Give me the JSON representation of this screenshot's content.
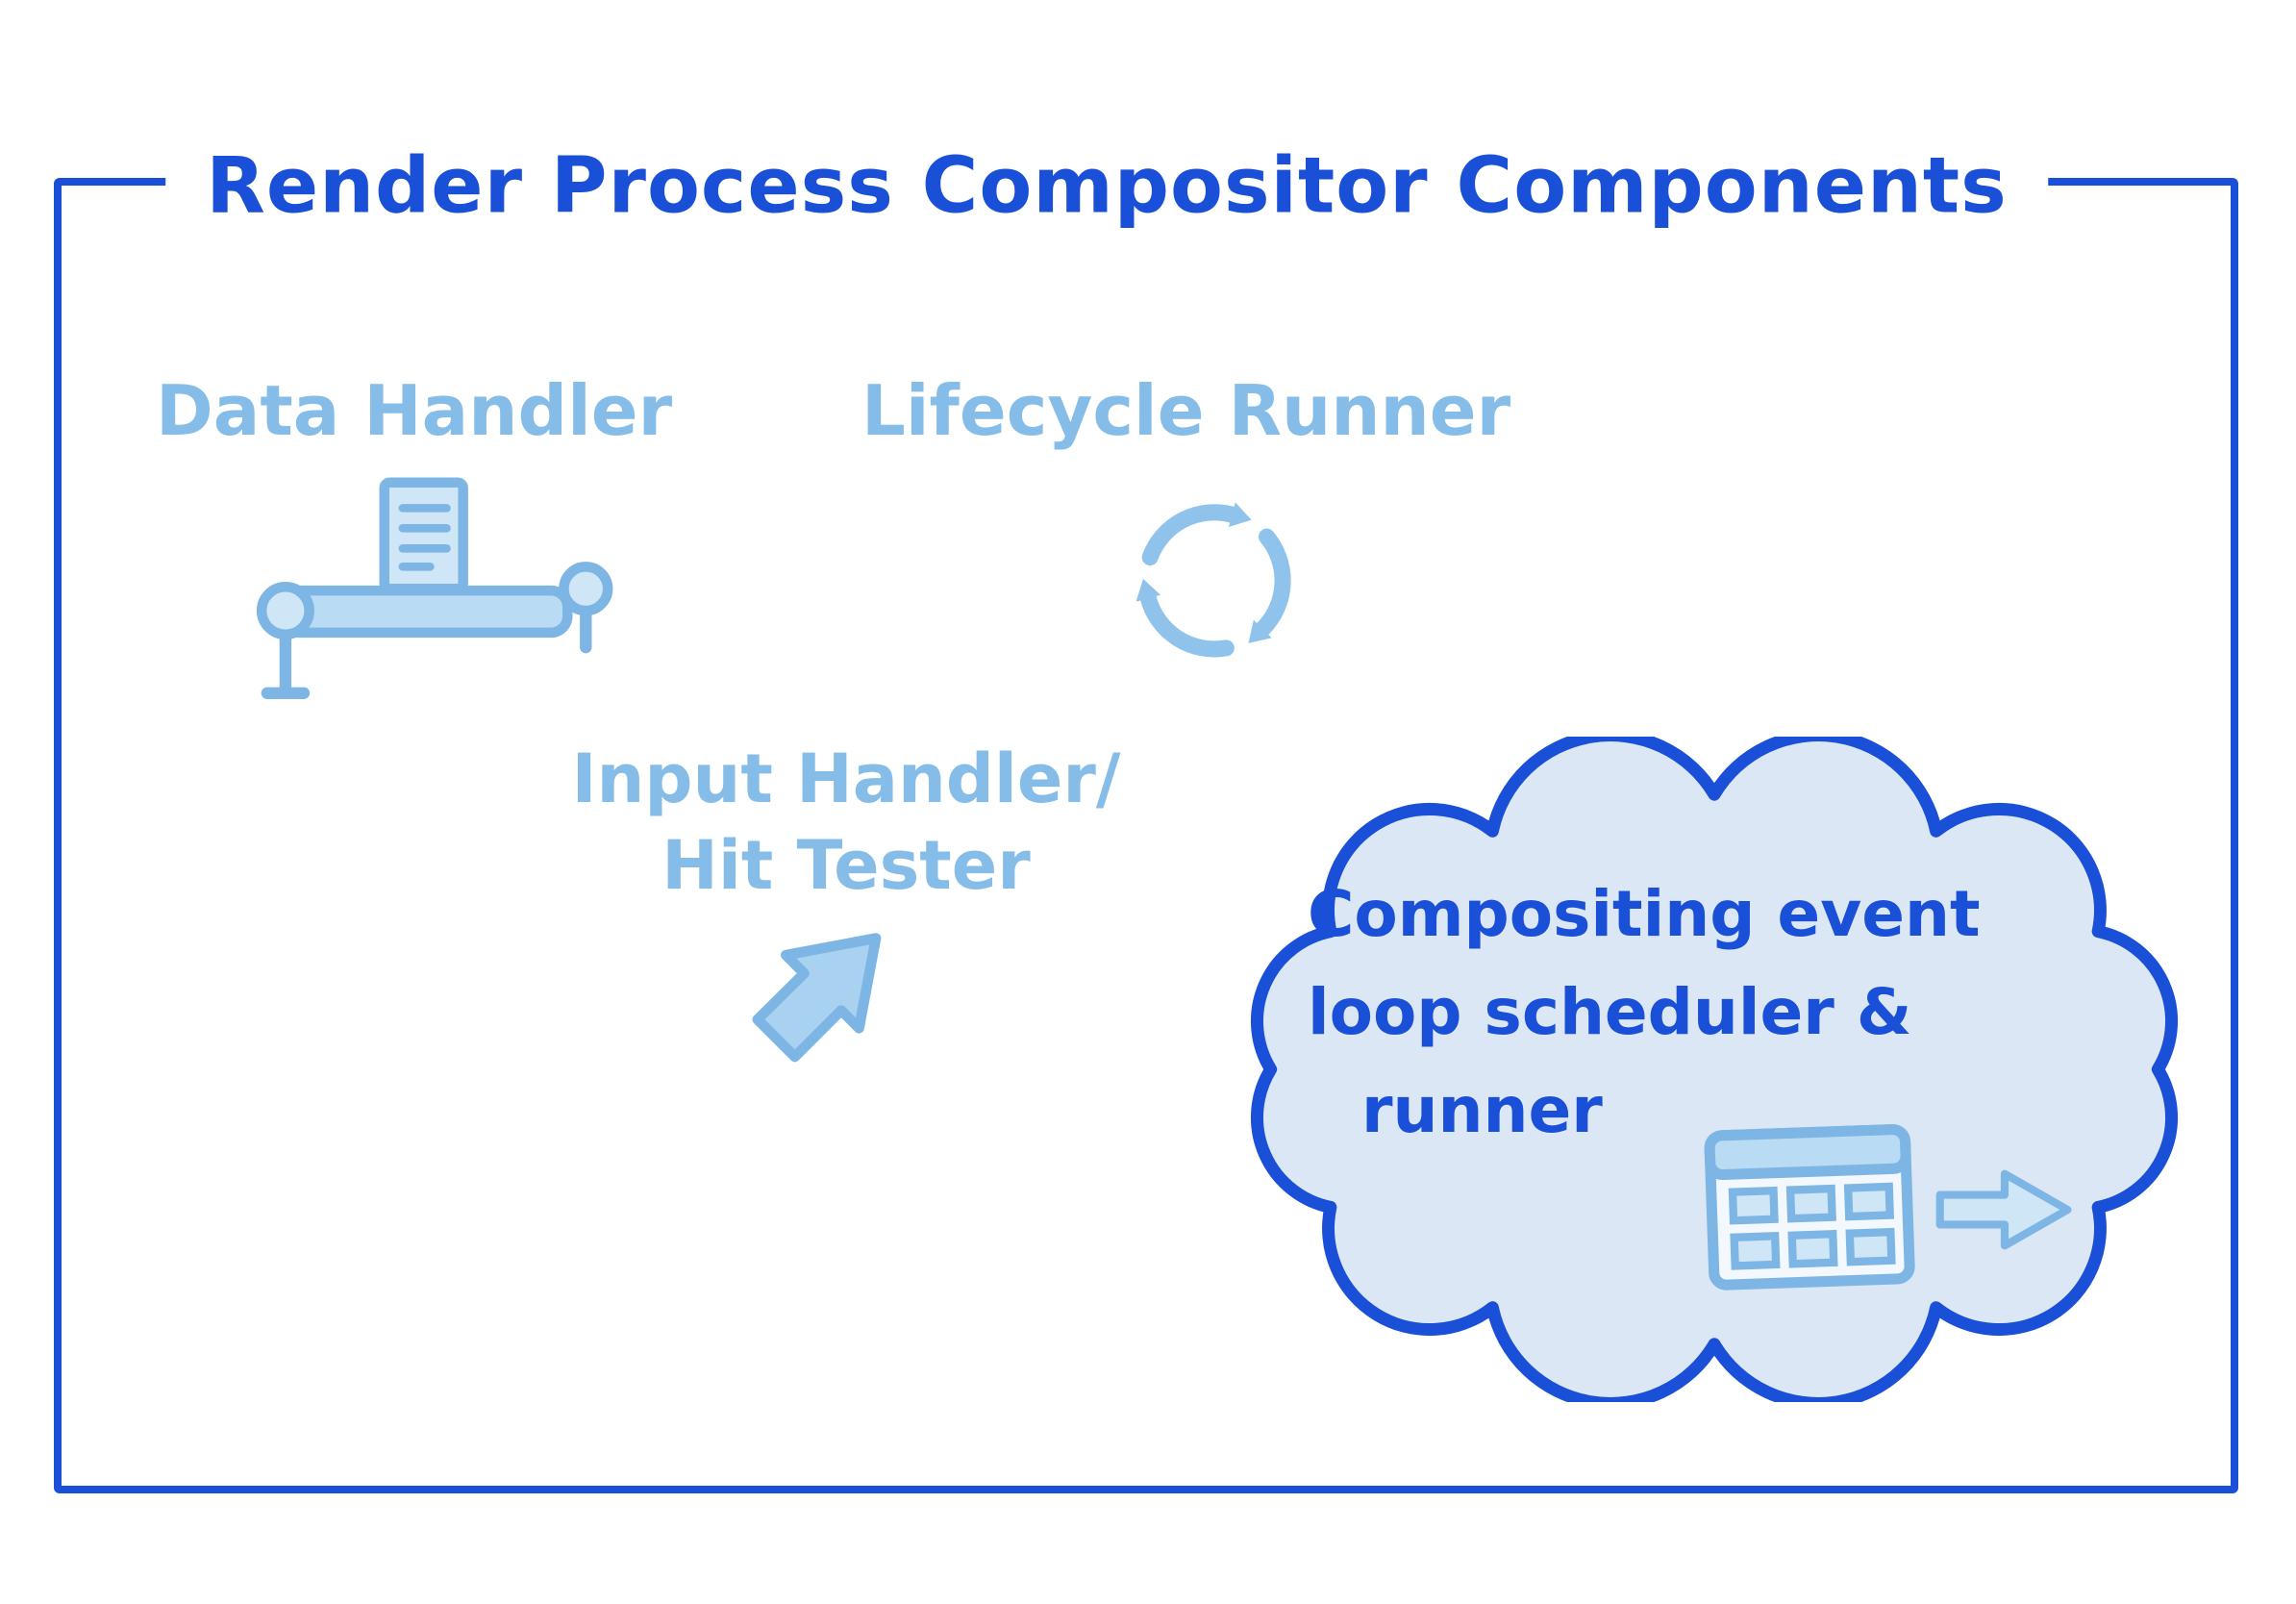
{
  "diagram": {
    "title": "Render Process Compositor Components",
    "components": {
      "data_handler": {
        "label": "Data Handler",
        "icon": "document-conveyor-icon"
      },
      "lifecycle_runner": {
        "label": "Lifecycle Runner",
        "icon": "cycle-arrows-icon"
      },
      "input_handler": {
        "lines": [
          "Input Handler/",
          "Hit Tester"
        ],
        "icon": "cursor-arrow-icon"
      },
      "scheduler_cloud": {
        "lines": [
          "Compositing event",
          "loop scheduler &",
          "runner"
        ],
        "icons": [
          "calendar-grid-icon",
          "right-arrow-icon"
        ]
      }
    },
    "colors": {
      "frame_blue": "#1a4fd8",
      "label_blue": "#85bde8",
      "icon_blue": "#7db5e4",
      "cloud_fill": "#dbe7f4",
      "background": "#ffffff"
    }
  }
}
